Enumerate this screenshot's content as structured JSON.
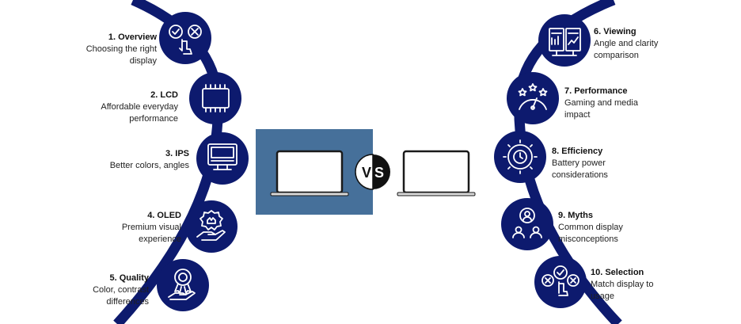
{
  "colors": {
    "navy": "#0d1a6e",
    "panel_blue": "#46709a",
    "icon_white": "#ffffff"
  },
  "steps_left": [
    {
      "title": "1. Overview",
      "desc": "Choosing the right\ndisplay",
      "icon": "check-cross-touch-icon"
    },
    {
      "title": "2. LCD",
      "desc": "Affordable everyday\nperformance",
      "icon": "lcd-icon"
    },
    {
      "title": "3. IPS",
      "desc": "Better colors, angles",
      "icon": "ips-monitor-icon"
    },
    {
      "title": "4. OLED",
      "desc": "Premium visual\nexperience",
      "icon": "hand-badge-icon"
    },
    {
      "title": "5. Quality",
      "desc": "Color, contrast\ndifferences",
      "icon": "quality-award-icon"
    }
  ],
  "steps_right": [
    {
      "title": "6. Viewing",
      "desc": "Angle and clarity\ncomparison",
      "icon": "dashboard-screens-icon"
    },
    {
      "title": "7. Performance",
      "desc": "Gaming and media\nimpact",
      "icon": "gauge-stars-icon"
    },
    {
      "title": "8. Efficiency",
      "desc": "Battery power\nconsiderations",
      "icon": "gear-clock-icon"
    },
    {
      "title": "9. Myths",
      "desc": "Common display\nmisconceptions",
      "icon": "people-discussion-icon"
    },
    {
      "title": "10. Selection",
      "desc": "Match display to\nusage",
      "icon": "choice-touch-icon"
    }
  ],
  "vs": {
    "v": "V",
    "s": "S"
  }
}
